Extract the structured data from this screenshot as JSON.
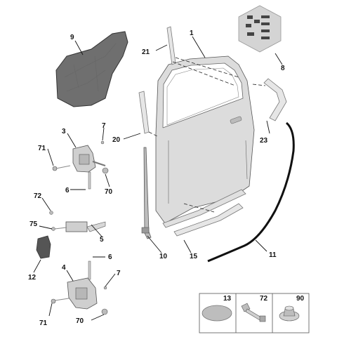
{
  "callouts": {
    "c1": "1",
    "c3": "3",
    "c4": "4",
    "c5": "5",
    "c6a": "6",
    "c6b": "6",
    "c7a": "7",
    "c7b": "7",
    "c8": "8",
    "c9": "9",
    "c10": "10",
    "c11": "11",
    "c12": "12",
    "c15": "15",
    "c20": "20",
    "c21": "21",
    "c23": "23",
    "c70a": "70",
    "c70b": "70",
    "c71a": "71",
    "c71b": "71",
    "c72": "72",
    "c75": "75"
  },
  "legend": {
    "items": [
      {
        "label": "13"
      },
      {
        "label": "72"
      },
      {
        "label": "90"
      }
    ]
  },
  "colors": {
    "part_fill": "#d9d9d9",
    "part_dark": "#6f6f6f",
    "line": "#111111"
  }
}
